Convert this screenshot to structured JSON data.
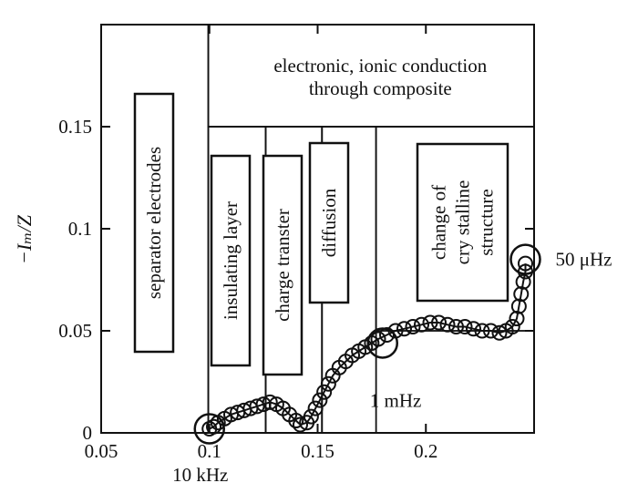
{
  "chart_data": {
    "type": "scatter",
    "title": "",
    "xlabel": "",
    "ylabel": "−Iₘ/Z",
    "xlim": [
      0.05,
      0.25
    ],
    "ylim": [
      0,
      0.2
    ],
    "x_ticks": [
      {
        "value": 0.05,
        "label": "0.05"
      },
      {
        "value": 0.1,
        "label": "0.1"
      },
      {
        "value": 0.15,
        "label": "0.15"
      },
      {
        "value": 0.2,
        "label": "0.2"
      }
    ],
    "y_ticks": [
      {
        "value": 0,
        "label": "0"
      },
      {
        "value": 0.05,
        "label": "0.05"
      },
      {
        "value": 0.1,
        "label": "0.1"
      },
      {
        "value": 0.15,
        "label": "0.15"
      }
    ],
    "grid": false,
    "regions": [
      {
        "label": "separator electrodes",
        "x_from": 0.05,
        "x_to": 0.0995,
        "y_from": 0,
        "y_to": 0.2
      },
      {
        "label": "electronic, ionic conduction through composite",
        "x_from": 0.0995,
        "x_to": 0.25,
        "y_from": 0.15,
        "y_to": 0.2
      },
      {
        "label": "insulating layer",
        "x_from": 0.0995,
        "x_to": 0.126,
        "y_from": 0,
        "y_to": 0.15
      },
      {
        "label": "charge transter",
        "x_from": 0.126,
        "x_to": 0.152,
        "y_from": 0,
        "y_to": 0.15
      },
      {
        "label": "diffusion",
        "x_from": 0.152,
        "x_to": 0.177,
        "y_from": 0,
        "y_to": 0.15
      },
      {
        "label": "change of cry stalline structure",
        "x_from": 0.177,
        "x_to": 0.25,
        "y_from": 0.05,
        "y_to": 0.15
      }
    ],
    "series": [
      {
        "x": [
          0.1,
          0.102,
          0.104,
          0.107,
          0.11,
          0.113,
          0.116,
          0.119,
          0.122,
          0.125,
          0.128,
          0.131,
          0.134,
          0.137,
          0.14,
          0.142,
          0.145,
          0.147,
          0.149,
          0.151,
          0.153,
          0.155,
          0.157,
          0.16,
          0.163,
          0.166,
          0.169,
          0.172,
          0.175,
          0.178,
          0.182,
          0.186,
          0.19,
          0.194,
          0.198,
          0.202,
          0.206,
          0.21,
          0.214,
          0.218,
          0.222,
          0.226,
          0.23,
          0.234,
          0.237,
          0.24,
          0.242,
          0.243,
          0.244,
          0.245,
          0.246,
          0.246
        ],
        "y": [
          0.002,
          0.003,
          0.005,
          0.007,
          0.009,
          0.01,
          0.011,
          0.012,
          0.013,
          0.014,
          0.015,
          0.014,
          0.012,
          0.009,
          0.006,
          0.004,
          0.005,
          0.008,
          0.012,
          0.016,
          0.02,
          0.024,
          0.028,
          0.032,
          0.035,
          0.038,
          0.04,
          0.042,
          0.044,
          0.046,
          0.048,
          0.05,
          0.051,
          0.052,
          0.053,
          0.054,
          0.054,
          0.053,
          0.052,
          0.052,
          0.051,
          0.05,
          0.05,
          0.049,
          0.05,
          0.052,
          0.056,
          0.062,
          0.068,
          0.074,
          0.079,
          0.083
        ]
      }
    ],
    "highlighted_points": [
      {
        "x": 0.1,
        "y": 0.002,
        "label": "10 kHz"
      },
      {
        "x": 0.18,
        "y": 0.044,
        "label": "1 mHz"
      },
      {
        "x": 0.246,
        "y": 0.085,
        "label": "50 μHz"
      }
    ]
  }
}
